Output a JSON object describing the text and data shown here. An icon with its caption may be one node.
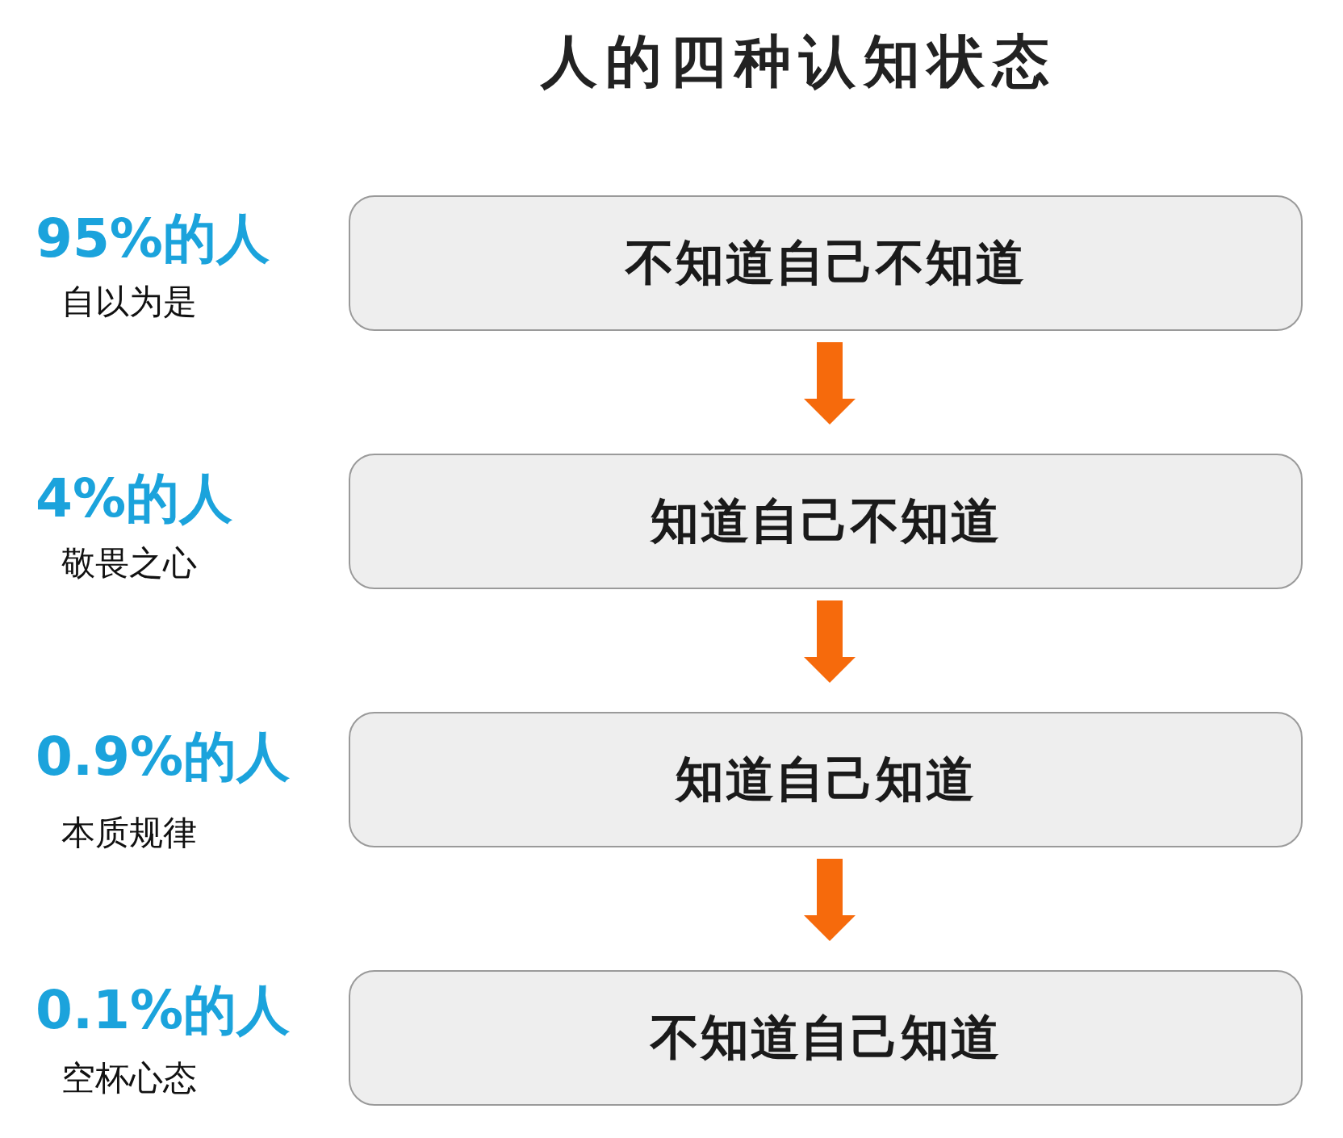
{
  "diagram": {
    "title": "人的四种认知状态",
    "nodes": [
      {
        "text": [
          "不知道自己不知道"
        ],
        "beside": [
          "95%的人",
          "自以为是"
        ]
      },
      {
        "text": [
          "知道自己不知道"
        ],
        "beside": [
          "4%的人",
          "敬畏之心"
        ]
      },
      {
        "text": [
          "知道自己知道"
        ],
        "beside": [
          "0.9%的人",
          "本质规律"
        ]
      },
      {
        "text": [
          "不知道自己知道"
        ],
        "beside": [
          "0.1%的人",
          "空杯心态"
        ]
      }
    ],
    "edges": [
      {
        "from": 0,
        "to": 1,
        "arrow": "to"
      },
      {
        "from": 1,
        "to": 2,
        "arrow": "to"
      },
      {
        "from": 2,
        "to": 3,
        "arrow": "to"
      }
    ]
  }
}
